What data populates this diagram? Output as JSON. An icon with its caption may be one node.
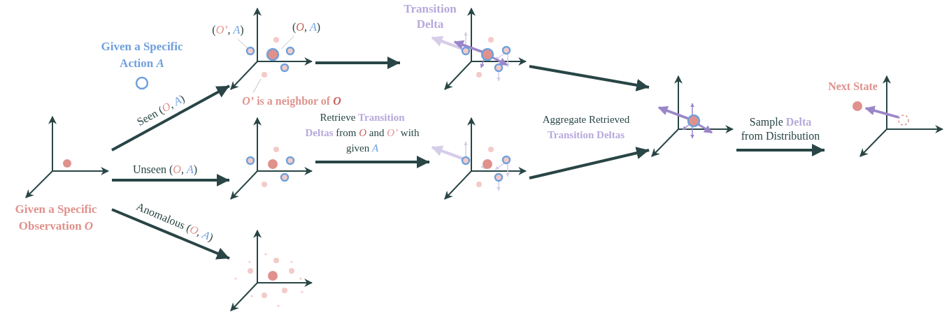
{
  "diagram": {
    "nodes": [
      {
        "text": [
          "Given a Specific Observation *O*"
        ]
      },
      {
        "text": [
          "Given a Specific Action *A*"
        ]
      },
      {
        "text": [],
        "shape": "picture"
      },
      {
        "text": [
          "(*O’*, *A*)"
        ]
      },
      {
        "text": [
          "(*O*, *A*)"
        ]
      },
      {
        "text": [
          "*O’* is a neighbor of *O*"
        ]
      },
      {
        "text": [],
        "shape": "picture"
      },
      {
        "text": [],
        "shape": "picture"
      },
      {
        "text": [
          "Transition Delta"
        ]
      },
      {
        "text": [],
        "shape": "picture"
      },
      {
        "text": [],
        "shape": "picture"
      },
      {
        "text": [
          "Next State"
        ]
      }
    ],
    "edges": [
      {
        "from": 0,
        "to": 2,
        "arrow": "to",
        "label": "Seen (*O*, *A*)"
      },
      {
        "from": 0,
        "to": 6,
        "arrow": "to",
        "label": "Unseen (*O*, *A*)"
      },
      {
        "from": 0,
        "to": 7,
        "arrow": "to",
        "label": "Anomalous (*O*, *A*)"
      },
      {
        "from": 3,
        "to": 2,
        "arrow": "none",
        "color": "#c4c4c4"
      },
      {
        "from": 4,
        "to": 2,
        "arrow": "none",
        "color": "#c4c4c4"
      },
      {
        "from": 5,
        "to": 2,
        "arrow": "none",
        "color": "#c4c4c4"
      },
      {
        "from": 2,
        "to": 8,
        "arrow": "to"
      },
      {
        "from": 6,
        "to": 9,
        "arrow": "to"
      },
      {
        "from": 8,
        "to": 10,
        "arrow": "to"
      },
      {
        "from": 9,
        "to": 10,
        "arrow": "to"
      },
      {
        "from": 10,
        "to": 11,
        "arrow": "to",
        "label": "Sample **Delta** from Distribution"
      }
    ],
    "labels": [
      "Retrieve **Transition Deltas** from *O* and *O’* with given *A*",
      "Aggregate Retrieved **Transition Deltas**"
    ]
  }
}
